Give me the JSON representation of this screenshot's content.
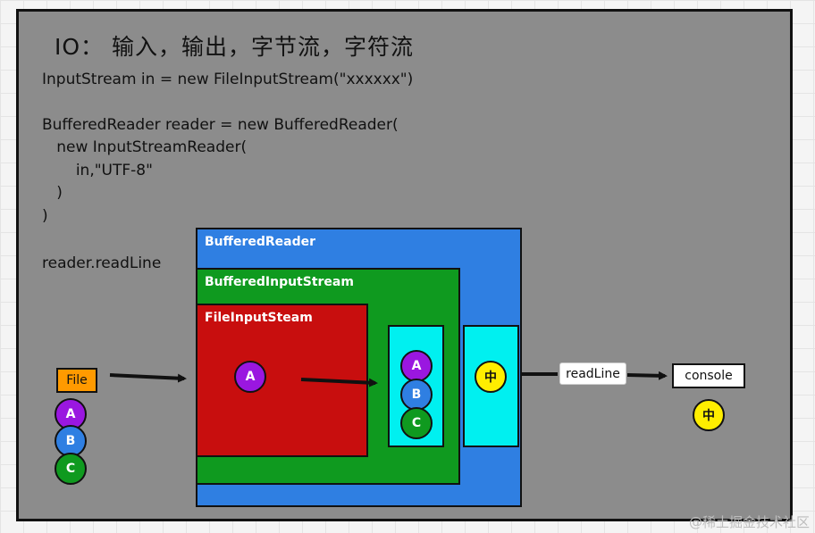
{
  "title": "IO： 输入，输出，字节流，字符流",
  "code": {
    "line1": "InputStream in = new FileInputStream(\"xxxxxx\")",
    "line2": "BufferedReader reader = new BufferedReader(",
    "line3": "   new InputStreamReader(",
    "line4": "       in,\"UTF-8\"",
    "line5": "   )",
    "line6": ")",
    "line7": "reader.readLine"
  },
  "diagram": {
    "buffered_reader_label": "BufferedReader",
    "buffered_input_stream_label": "BufferedInputStream",
    "file_input_steam_label": "FileInputSteam",
    "file_label": "File",
    "readline_label": "readLine",
    "console_label": "console",
    "circle_a": "A",
    "circle_b": "B",
    "circle_c": "C",
    "circle_zhong": "中"
  },
  "colors": {
    "buffered_reader": "#2f7fe2",
    "buffered_input_stream": "#0f9a1f",
    "file_input_steam": "#c80e0e",
    "buffer_cell": "#00f0f0",
    "file_tag": "#ff9a00",
    "panel": "#8c8c8c"
  },
  "watermark": "@稀土掘金技术社区"
}
